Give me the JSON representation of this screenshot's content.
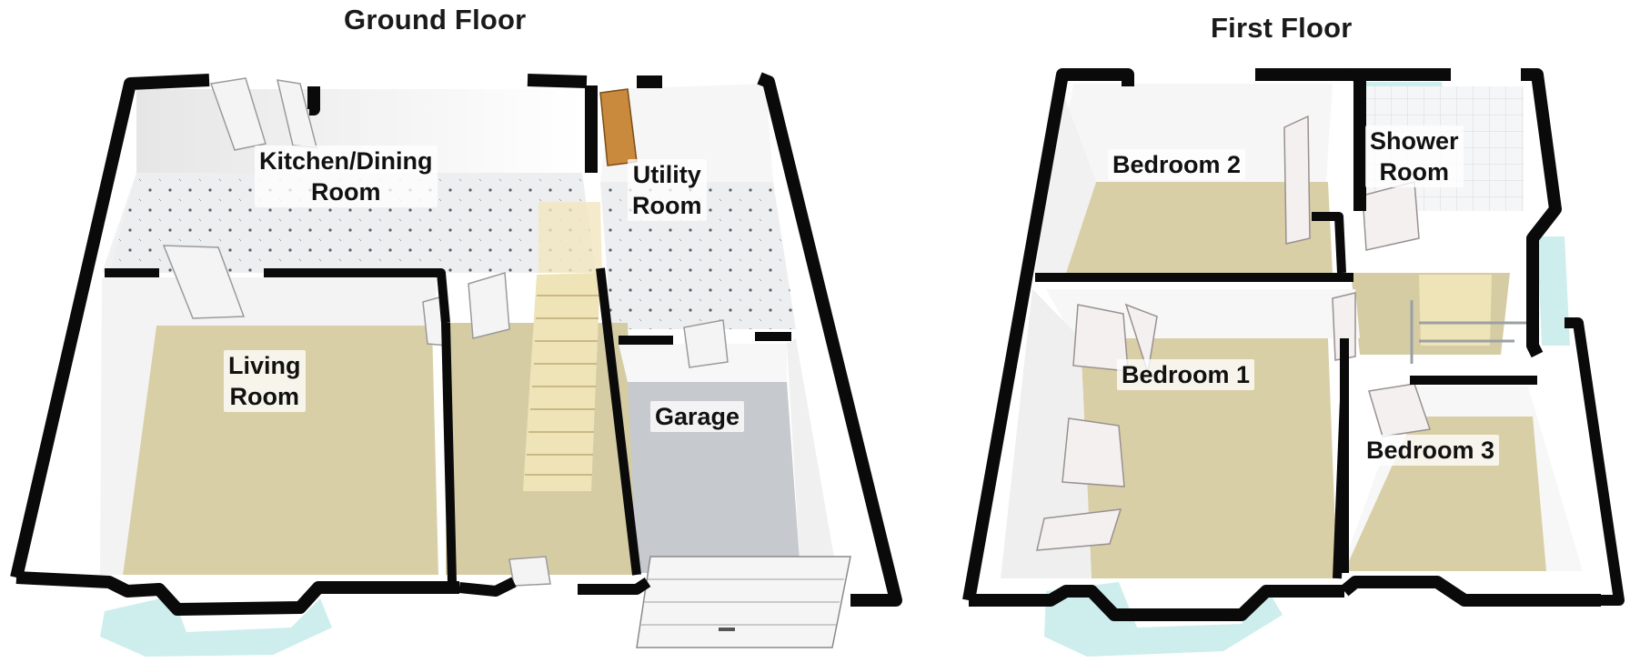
{
  "floors": [
    {
      "title": "Ground Floor",
      "rooms": [
        {
          "lines": [
            "Kitchen/Dining",
            "Room"
          ]
        },
        {
          "lines": [
            "Utility",
            "Room"
          ]
        },
        {
          "lines": [
            "Living",
            "Room"
          ]
        },
        {
          "lines": [
            "Garage"
          ]
        }
      ]
    },
    {
      "title": "First Floor",
      "rooms": [
        {
          "lines": [
            "Bedroom 2"
          ]
        },
        {
          "lines": [
            "Shower",
            "Room"
          ]
        },
        {
          "lines": [
            "Bedroom 1"
          ]
        },
        {
          "lines": [
            "Bedroom 3"
          ]
        }
      ]
    }
  ],
  "colors": {
    "wall": "#0a0a0a",
    "carpet": "#d9cfa6",
    "tile": "#e8eaec",
    "garage_floor": "#c9ccd0",
    "window_glass": "#cdeeed",
    "stairs": "#efe3b8",
    "door": "#f1f1f1"
  }
}
